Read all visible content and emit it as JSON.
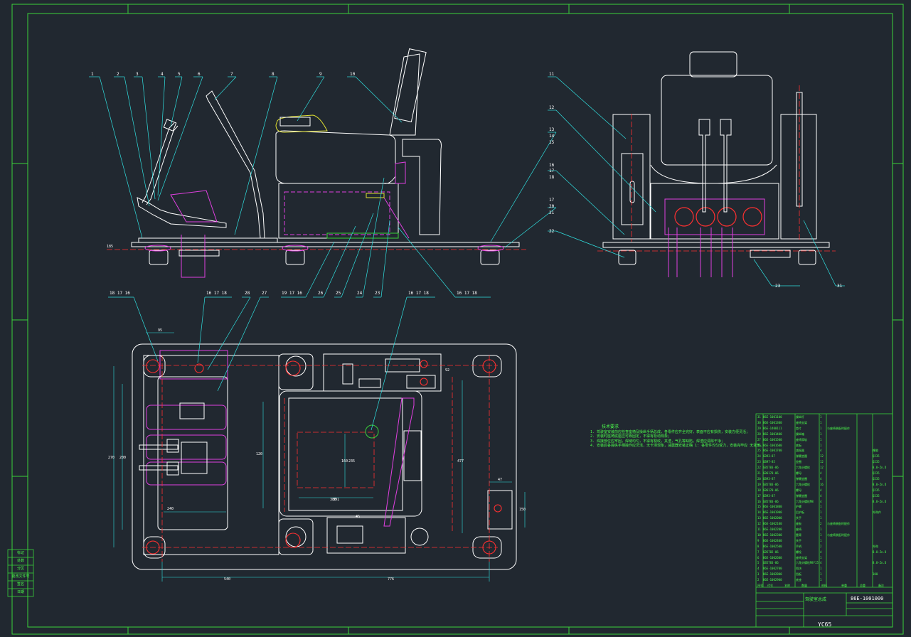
{
  "drawing": {
    "model": "YC65",
    "code": "86E-1001000",
    "title": "驾驶室总成",
    "colors": {
      "frame": "#3ad23a",
      "part": "#ffffff",
      "center": "#ff3030",
      "hidden": "#e040e0",
      "leader": "#30e0e0",
      "accent": "#e0e030"
    }
  },
  "balloons_side": [
    "1",
    "2",
    "3",
    "4",
    "5",
    "6",
    "7",
    "8",
    "9",
    "10"
  ],
  "balloons_front": [
    "11",
    "12",
    "13",
    "14",
    "15",
    "16",
    "17",
    "18",
    "17",
    "20",
    "21",
    "22"
  ],
  "balloons_plan_top": [
    "18 17 16",
    "16 17 18",
    "28",
    "27",
    "16 17 18"
  ],
  "balloons_side_bottom": [
    "19 17 16",
    "26",
    "25",
    "24",
    "23",
    "16 17 18"
  ],
  "front_bottom_labels": [
    "23",
    "31"
  ],
  "dimensions": [
    "185",
    "540",
    "776",
    "270",
    "200",
    "240",
    "120",
    "160",
    "95",
    "92",
    "45",
    "380",
    "477",
    "150",
    "47",
    "235",
    "391"
  ],
  "notes": {
    "heading": "技术要求",
    "lines": [
      "1. 驾驶室安装前应检查座椅及操纵手柄总成，各零件应齐全完好，表面不应有损伤，安装方便灵活；",
      "2. 安装时座椅底座应可靠固定，不得有松动现象；",
      "3. 焊接部位应牢固，焊缝均匀，不得有裂纹，夹渣，气孔等缺陷，焊渣应清除干净；",
      "4. 安装后各操纵手柄操作应灵活，无卡滞现象，减震器安装正确 1: 各零件均匀受力，安装完毕应 无变形。"
    ]
  },
  "side_labels": [
    "标记",
    "处数",
    "分区",
    "更改文件号",
    "签名",
    "日期"
  ],
  "bom": [
    [
      "31",
      "86E-1001100",
      "操纵杆",
      "1",
      "",
      "",
      ""
    ],
    [
      "30",
      "86E-1001300",
      "座椅支架",
      "1",
      "",
      "",
      ""
    ],
    [
      "29",
      "86E-1400111",
      "垫片",
      "1",
      "与座椅装配时配作",
      "",
      ""
    ],
    [
      "28",
      "86E-1001400",
      "操纵箱",
      "1",
      "",
      "",
      ""
    ],
    [
      "27",
      "86E-1001500",
      "座椅滑轨",
      "1",
      "",
      "",
      ""
    ],
    [
      "26",
      "86E-1001600",
      "底板",
      "1",
      "",
      "",
      ""
    ],
    [
      "25",
      "86E-1001700",
      "减振器",
      "4",
      "",
      "",
      "橡胶"
    ],
    [
      "24",
      "GB93-87",
      "弹簧垫圈",
      "12",
      "",
      "",
      "Q235"
    ],
    [
      "23",
      "GB97-85",
      "垫圈",
      "12",
      "",
      "",
      "Q235"
    ],
    [
      "22",
      "GB5783-86",
      "六角头螺栓",
      "12",
      "",
      "",
      "8.8-Zn.D"
    ],
    [
      "21",
      "GB6170-86",
      "螺母",
      "4",
      "",
      "",
      "Q235"
    ],
    [
      "20",
      "GB93-87",
      "弹簧垫圈",
      "4",
      "",
      "",
      "Q235"
    ],
    [
      "19",
      "GB5783-86",
      "六角头螺栓",
      "16",
      "",
      "",
      "8.8-Zn.D"
    ],
    [
      "18",
      "GB6170-86",
      "螺母",
      "4",
      "",
      "",
      "Q235"
    ],
    [
      "17",
      "GB93-87",
      "弹簧垫圈",
      "4",
      "",
      "",
      "Q235"
    ],
    [
      "16",
      "GB5783-86",
      "六角头螺栓M8",
      "4",
      "",
      "",
      "8.8-Zn.D"
    ],
    [
      "15",
      "86E-1001800",
      "护罩",
      "1",
      "",
      "",
      ""
    ],
    [
      "14",
      "86E-1001900",
      "后护板",
      "1",
      "",
      "",
      "外购件"
    ],
    [
      "13",
      "86E-1002000",
      "扶手",
      "1",
      "",
      "",
      ""
    ],
    [
      "12",
      "86E-1002100",
      "座板",
      "2",
      "与座椅装配时配作",
      "",
      ""
    ],
    [
      "11",
      "86E-1002200",
      "座椅",
      "1",
      "",
      "",
      ""
    ],
    [
      "10",
      "86E-1002300",
      "靠背",
      "1",
      "与座椅装配时配作",
      "",
      ""
    ],
    [
      "9",
      "86E-1002400",
      "扶手",
      "1",
      "",
      "",
      ""
    ],
    [
      "8",
      "86E-1002500",
      "手柄",
      "2",
      "",
      "",
      "外购"
    ],
    [
      "7",
      "GB5782-86",
      "螺栓",
      "4",
      "",
      "",
      "8.8-Zn.D"
    ],
    [
      "6",
      "86E-1002600",
      "座椅支架",
      "1",
      "",
      "",
      ""
    ],
    [
      "5",
      "GB5783-86",
      "六角头螺栓M8*25",
      "4",
      "",
      "",
      "8.8-Zn.D"
    ],
    [
      "4",
      "86E-1002700",
      "挡块",
      "1",
      "",
      "",
      ""
    ],
    [
      "3",
      "86E-1002800",
      "挡板",
      "1",
      "",
      "",
      "100"
    ],
    [
      "2",
      "86E-1002900",
      "底座",
      "1",
      "",
      "",
      ""
    ]
  ],
  "bom_header": [
    "序号",
    "代号",
    "名称",
    "数量",
    "材料",
    "单重",
    "总重",
    "备注"
  ]
}
